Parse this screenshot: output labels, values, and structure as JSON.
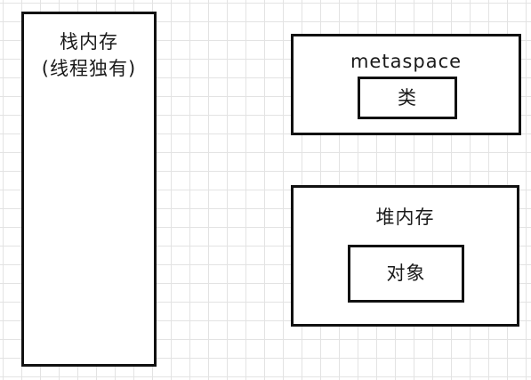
{
  "stack": {
    "title": "栈内存",
    "subtitle": "(线程独有)"
  },
  "metaspace": {
    "title": "metaspace",
    "inner": "类"
  },
  "heap": {
    "title": "堆内存",
    "inner": "对象"
  },
  "colors": {
    "border": "#111111",
    "grid": "#e3e3e3",
    "background": "#ffffff"
  }
}
